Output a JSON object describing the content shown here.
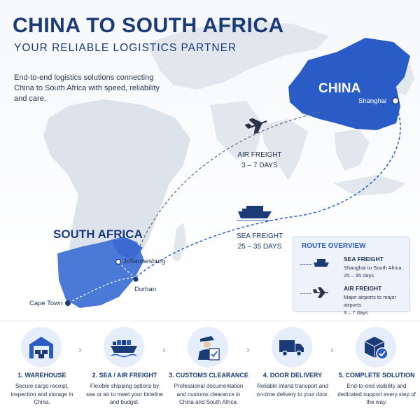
{
  "header": {
    "title": "CHINA TO SOUTH AFRICA",
    "subtitle": "YOUR RELIABLE LOGISTICS PARTNER",
    "intro": "End-to-end logistics solutions connecting China to South Africa with speed, reliability and care."
  },
  "map": {
    "china_label": "CHINA",
    "shanghai_label": "Shanghai",
    "south_africa_label": "SOUTH AFRICA",
    "johannesburg_label": "Johannesburg",
    "durban_label": "Durban",
    "cape_town_label": "Cape Town",
    "air_freight_label": "AIR FREIGHT",
    "air_freight_days": "3 – 7 DAYS",
    "sea_freight_label": "SEA FREIGHT",
    "sea_freight_days": "25 – 35 DAYS",
    "colors": {
      "highlight": "#2a5cc8",
      "landmass": "#dfe4ec",
      "navy": "#1b3a78"
    }
  },
  "route_overview": {
    "title": "ROUTE OVERVIEW",
    "items": [
      {
        "icon": "ship-icon",
        "title": "SEA FREIGHT",
        "desc1": "Shanghai to South Africa",
        "desc2": "25 – 35 days"
      },
      {
        "icon": "plane-icon",
        "title": "AIR FREIGHT",
        "desc1": "Major airports to major airports",
        "desc2": "3 – 7 days"
      }
    ]
  },
  "steps": [
    {
      "icon": "warehouse-icon",
      "title": "1. WAREHOUSE",
      "desc": "Secure cargo receipt, inspection and storage in China."
    },
    {
      "icon": "ship-icon",
      "title": "2. SEA / AIR FREIGHT",
      "desc": "Flexible shipping options by sea or air to meet your timeline and budget."
    },
    {
      "icon": "customs-officer-icon",
      "title": "3. CUSTOMS CLEARANCE",
      "desc": "Professional documentation and customs clearance in China and South Africa."
    },
    {
      "icon": "truck-icon",
      "title": "4. DOOR DELIVERY",
      "desc": "Reliable inland transport and on-time delivery to your door."
    },
    {
      "icon": "package-check-icon",
      "title": "5. COMPLETE SOLUTION",
      "desc": "End-to-end visibility and dedicated support every step of the way."
    }
  ]
}
